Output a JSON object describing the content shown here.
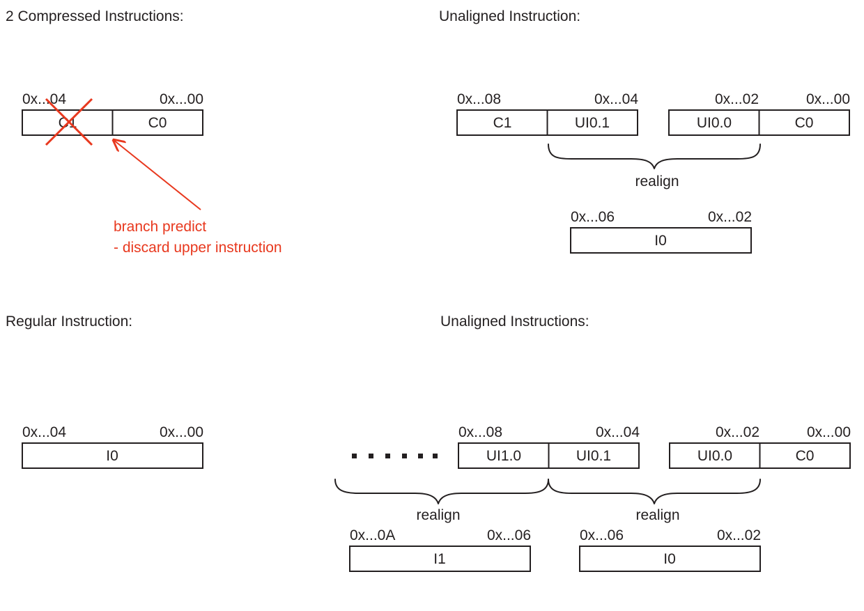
{
  "colors": {
    "ink": "#231f20",
    "accent": "#e8381e"
  },
  "panels": {
    "compressed": {
      "heading": "2 Compressed Instructions:",
      "addr_hi": "0x...04",
      "addr_lo": "0x...00",
      "cells": [
        "C1",
        "C0"
      ],
      "discarded_cell": "C1",
      "annotation": {
        "line1": "branch predict",
        "line2": "- discard upper instruction"
      }
    },
    "unaligned_single": {
      "heading": "Unaligned Instruction:",
      "word_hi": {
        "addr_hi": "0x...08",
        "addr_lo": "0x...04",
        "cells": [
          "C1",
          "UI0.1"
        ]
      },
      "word_lo": {
        "addr_hi": "0x...02",
        "addr_lo": "0x...00",
        "cells": [
          "UI0.0",
          "C0"
        ]
      },
      "brace_label": "realign",
      "result": {
        "addr_hi": "0x...06",
        "addr_lo": "0x...02",
        "label": "I0"
      }
    },
    "regular": {
      "heading": "Regular Instruction:",
      "addr_hi": "0x...04",
      "addr_lo": "0x...00",
      "label": "I0"
    },
    "unaligned_multi": {
      "heading": "Unaligned Instructions:",
      "continuation": "......",
      "word_hi": {
        "addr_hi": "0x...08",
        "addr_lo": "0x...04",
        "cells": [
          "UI1.0",
          "UI0.1"
        ]
      },
      "word_lo": {
        "addr_hi": "0x...02",
        "addr_lo": "0x...00",
        "cells": [
          "UI0.0",
          "C0"
        ]
      },
      "brace_left_label": "realign",
      "brace_right_label": "realign",
      "result_left": {
        "addr_hi": "0x...0A",
        "addr_lo": "0x...06",
        "label": "I1"
      },
      "result_right": {
        "addr_hi": "0x...06",
        "addr_lo": "0x...02",
        "label": "I0"
      }
    }
  }
}
